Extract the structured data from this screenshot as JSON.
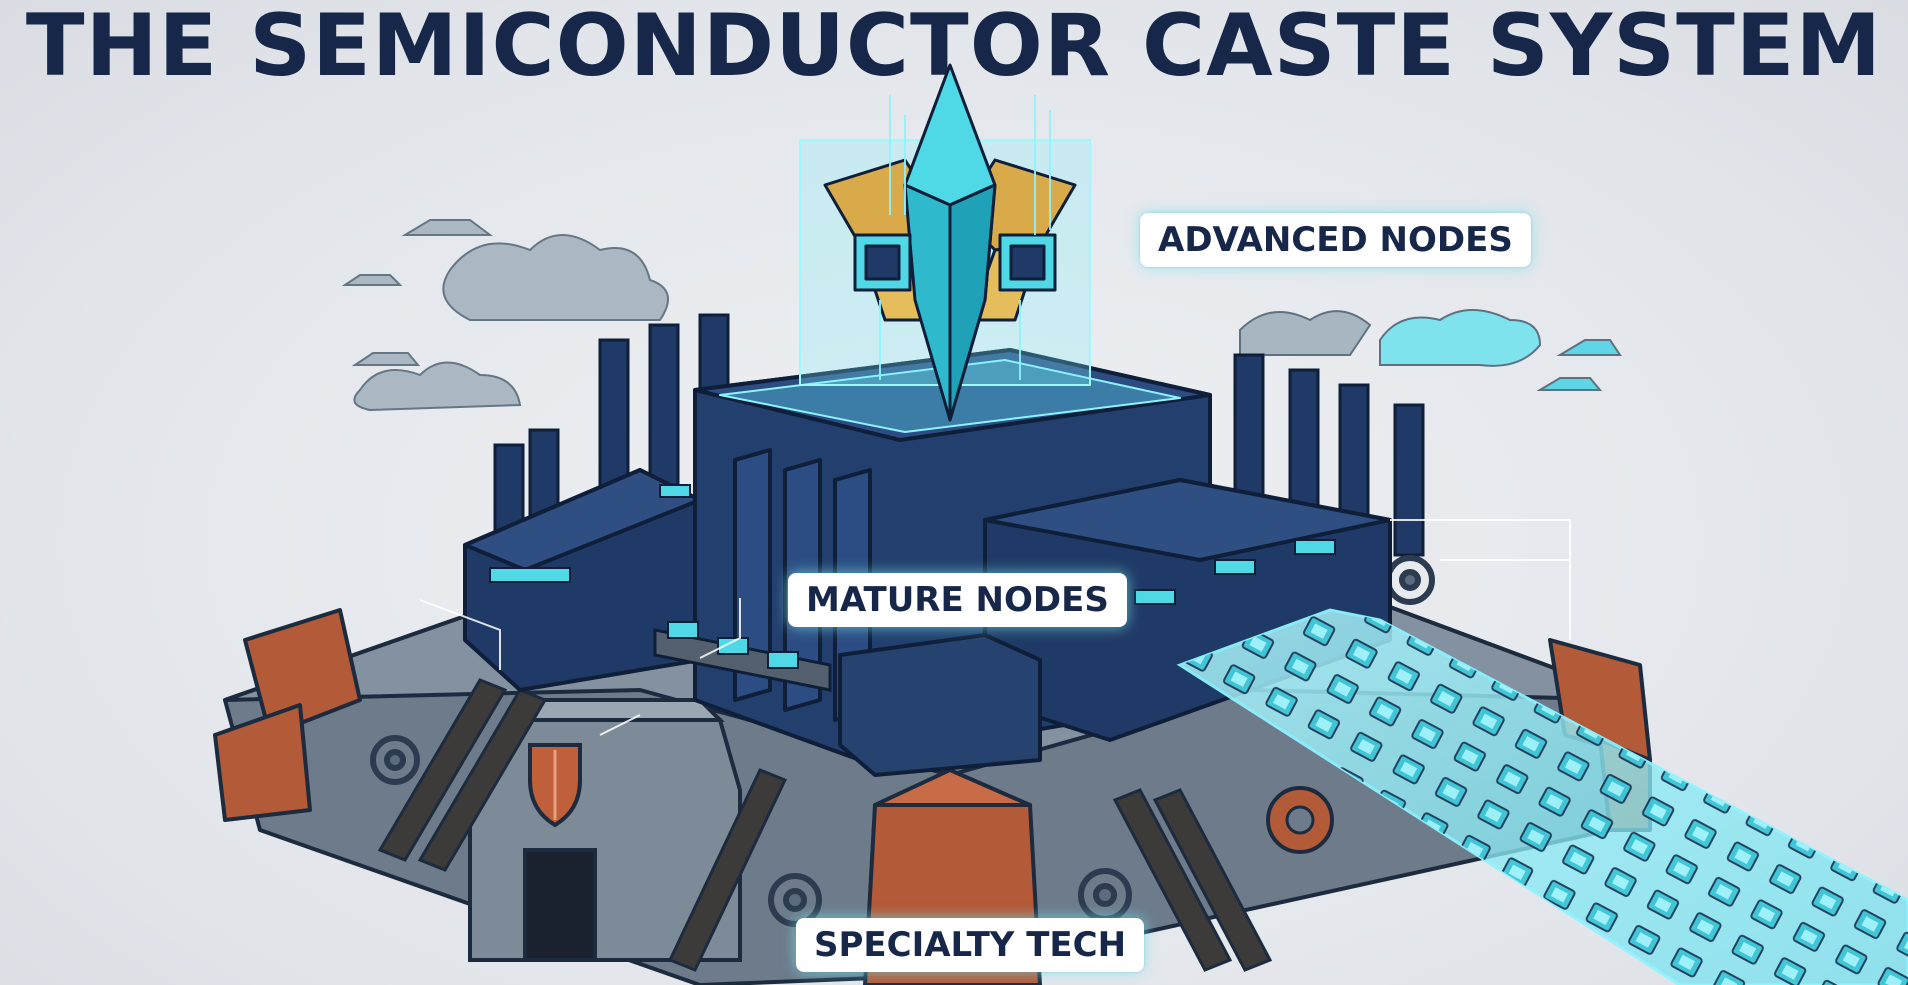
{
  "title": "THE SEMICONDUCTOR CASTE SYSTEM",
  "labels": {
    "advanced": "ADVANCED NODES",
    "mature": "MATURE NODES",
    "specialty": "SPECIALTY TECH"
  },
  "colors": {
    "title": "#17274a",
    "navy": "#1f3a66",
    "slate": "#5c6c7e",
    "copper": "#b35a38",
    "cyan": "#4fd8e6",
    "gold": "#d9aa4a"
  }
}
